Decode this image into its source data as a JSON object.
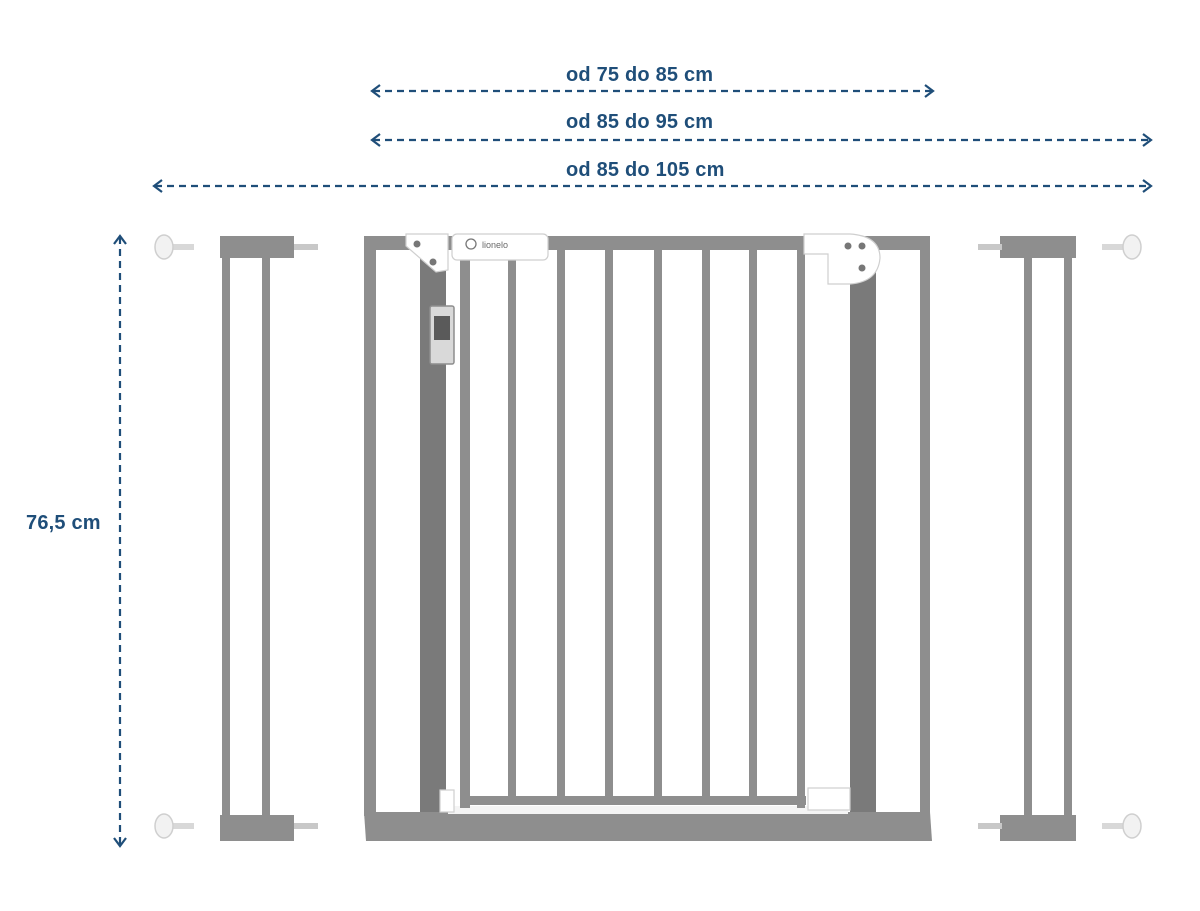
{
  "dimensions": {
    "width_small": "od 75 do 85 cm",
    "width_medium": "od 85 do 95 cm",
    "width_large": "od 85 do 105 cm",
    "height": "76,5 cm"
  },
  "brand": "lionelo",
  "colors": {
    "dimension": "#1f4e79",
    "frame": "#8e8e8e",
    "frame_dark": "#7a7a7a",
    "bracket": "#ffffff"
  }
}
